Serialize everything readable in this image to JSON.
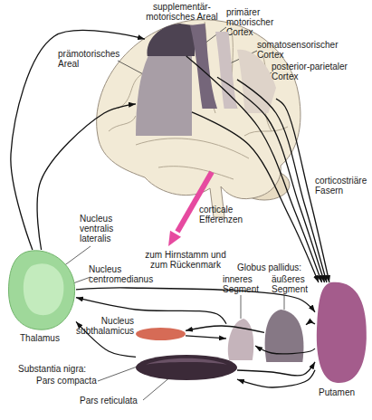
{
  "diagram": {
    "nodes": [
      {
        "text": [
          "supplementär-motorisches Areal"
        ]
      },
      {
        "text": [
          "primärer motorischer Cortex"
        ]
      },
      {
        "text": [
          "prämotorisches Areal"
        ]
      },
      {
        "text": [
          "somatosensorischer Cortex"
        ]
      },
      {
        "text": [
          "posterior-parietaler Cortex"
        ]
      },
      {
        "text": [
          "Thalamus"
        ]
      },
      {
        "text": [
          "inneres Segment"
        ]
      },
      {
        "text": [
          "äußeres Segment"
        ]
      },
      {
        "text": [
          "Nucleus subthalamicus"
        ]
      },
      {
        "text": [
          "Putamen"
        ]
      },
      {
        "text": [
          "Substantia nigra:",
          "Pars compacta",
          "Pars reticulata"
        ]
      }
    ],
    "edges": [
      {
        "from": 0,
        "to": 9,
        "arrow": "to"
      },
      {
        "from": 1,
        "to": 9,
        "arrow": "to"
      },
      {
        "from": 2,
        "to": 9,
        "arrow": "to"
      },
      {
        "from": 3,
        "to": 9,
        "arrow": "to"
      },
      {
        "from": 4,
        "to": 9,
        "arrow": "to"
      },
      {
        "from": 9,
        "to": 7,
        "arrow": "to"
      },
      {
        "from": 9,
        "to": 6,
        "arrow": "to"
      },
      {
        "from": 7,
        "to": 8,
        "arrow": "to"
      },
      {
        "from": 8,
        "to": 6,
        "arrow": "to"
      },
      {
        "from": 6,
        "to": 5,
        "arrow": "to"
      },
      {
        "from": 9,
        "to": 10,
        "arrow": "to"
      },
      {
        "from": 10,
        "to": 9,
        "arrow": "to"
      },
      {
        "from": 10,
        "to": 5,
        "arrow": "to"
      },
      {
        "from": 5,
        "to": 9,
        "arrow": "to"
      },
      {
        "from": 5,
        "to": 2,
        "arrow": "to"
      },
      {
        "from": 5,
        "to": 0,
        "arrow": "to"
      }
    ],
    "labels": [
      "corticostriäre Fasern",
      "corticale Efferenzen",
      "zum Hirnstamm und zum Rückenmark",
      "Nucleus ventralis lateralis",
      "Nucleus centromedianus",
      "Globus pallidus:"
    ]
  }
}
